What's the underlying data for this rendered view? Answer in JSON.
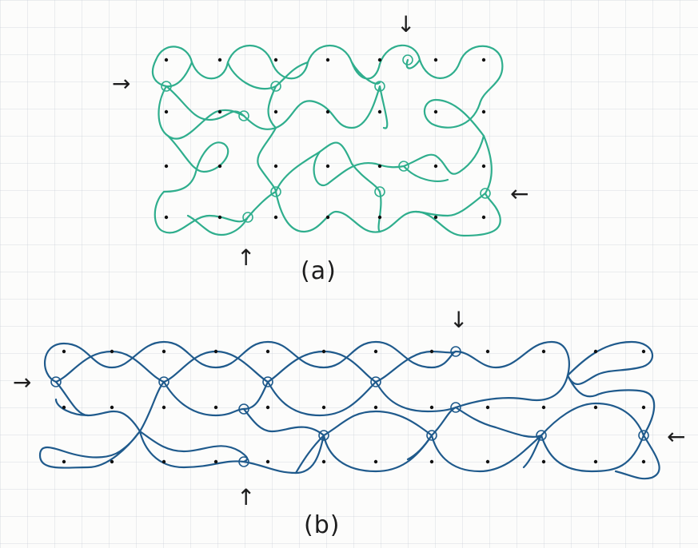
{
  "figures": [
    {
      "id": "a",
      "label": "(a)",
      "color": "#2fae8d"
    },
    {
      "id": "b",
      "label": "(b)",
      "color": "#1f5a8c"
    }
  ],
  "arrows": {
    "a_left": "→",
    "a_top": "↓",
    "a_right": "←",
    "a_bottom": "↑",
    "b_left": "→",
    "b_top": "↓",
    "b_right": "←",
    "b_bottom": "↑"
  },
  "colors": {
    "ink": "#1d1d1d",
    "dot": "#111111",
    "paper": "#fcfcfb"
  }
}
